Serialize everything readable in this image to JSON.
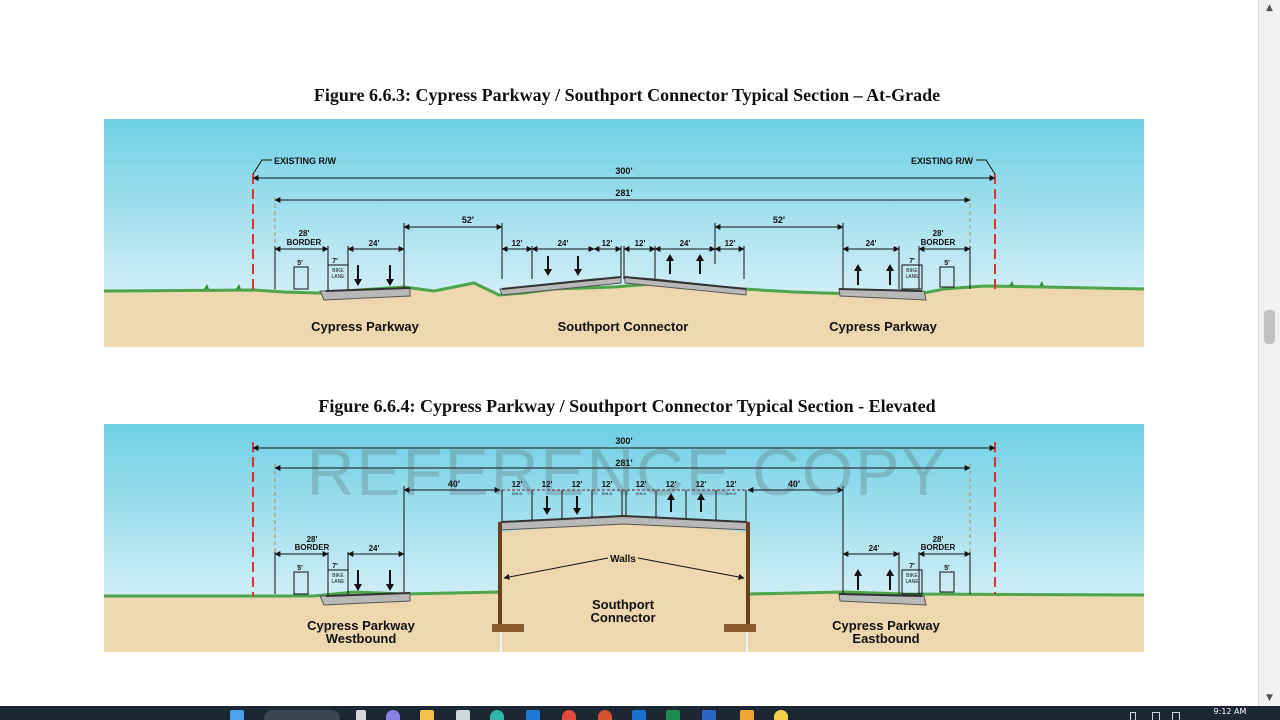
{
  "document": {
    "figure1": {
      "title": "Figure 6.6.3: Cypress Parkway / Southport Connector Typical Section – At-Grade",
      "existing_rw_left": "EXISTING R/W",
      "existing_rw_right": "EXISTING R/W",
      "dim_total": "300'",
      "dim_inner": "281'",
      "dim_gap_left": "52'",
      "dim_gap_right": "52'",
      "left_border_value": "28'",
      "left_border_label": "BORDER",
      "left_lanes": "24'",
      "left_sidewalk": "5'",
      "left_bike_width": "7'",
      "left_bike_label1": "BIKE",
      "left_bike_label2": "LANE",
      "center_dims": [
        "12'",
        "24'",
        "12'",
        "12'",
        "24'",
        "12'"
      ],
      "right_lanes": "24'",
      "right_border_value": "28'",
      "right_border_label": "BORDER",
      "right_bike_width": "7'",
      "right_bike_label1": "BIKE",
      "right_bike_label2": "LANE",
      "right_sidewalk": "5'",
      "label_left": "Cypress Parkway",
      "label_center": "Southport Connector",
      "label_right": "Cypress Parkway"
    },
    "figure2": {
      "title": "Figure 6.6.4: Cypress Parkway / Southport Connector Typical Section - Elevated",
      "dim_total": "300'",
      "dim_inner": "281'",
      "dim_gap_left": "40'",
      "dim_gap_right": "40'",
      "deck_dims": [
        "12'",
        "12'",
        "12'",
        "12'",
        "12'",
        "12'",
        "12'",
        "12'"
      ],
      "deck_small": [
        "SHLD",
        "SHLD",
        "SHLD",
        "SHLD"
      ],
      "left_border_value": "28'",
      "left_border_label": "BORDER",
      "left_lanes": "24'",
      "left_sidewalk": "5'",
      "left_bike_width": "7'",
      "left_bike_label1": "BIKE",
      "left_bike_label2": "LANE",
      "right_lanes": "24'",
      "right_border_value": "28'",
      "right_border_label": "BORDER",
      "right_bike_width": "7'",
      "right_bike_label1": "BIKE",
      "right_bike_label2": "LANE",
      "right_sidewalk": "5'",
      "walls_label": "Walls",
      "center_line1": "Southport",
      "center_line2": "Connector",
      "left_line1": "Cypress Parkway",
      "left_line2": "Westbound",
      "right_line1": "Cypress Parkway",
      "right_line2": "Eastbound"
    },
    "watermark": "REFERENCE COPY"
  },
  "taskbar": {
    "clock": "9:12 AM"
  },
  "colors": {
    "sky_top": "#6fcfe4",
    "sky_bottom": "#eaf7fa",
    "ground": "#ecd7ae",
    "grass": "#4ea44a",
    "rw_line": "#e03030",
    "taskbar": "#1c2733"
  },
  "icons": [
    "windows-start-icon",
    "taskbar-search",
    "file-explorer-icon",
    "browser-icon",
    "mail-icon",
    "office-icon"
  ]
}
